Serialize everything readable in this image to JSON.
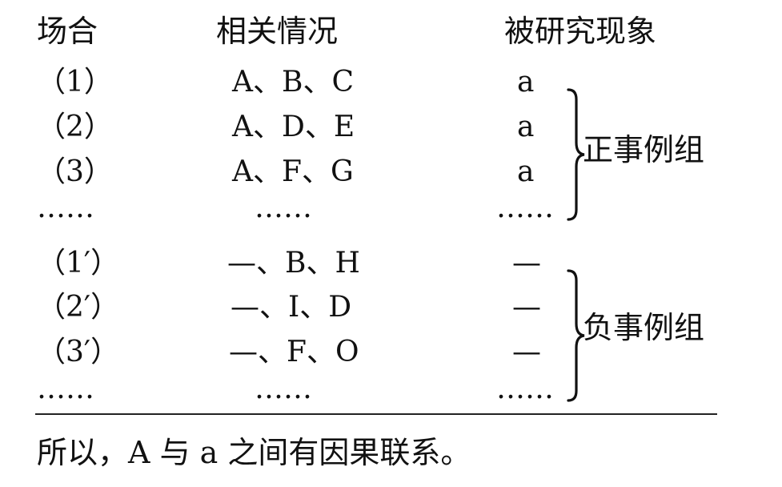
{
  "headers": {
    "occasion": "场合",
    "conditions": "相关情况",
    "phenomenon": "被研究现象"
  },
  "positive_rows": [
    {
      "occasion": "（1）",
      "conditions": "A、B、C",
      "phenomenon": "a"
    },
    {
      "occasion": "（2）",
      "conditions": "A、D、E",
      "phenomenon": "a"
    },
    {
      "occasion": "（3）",
      "conditions": "A、F、G",
      "phenomenon": "a"
    },
    {
      "occasion": "……",
      "conditions": "……",
      "phenomenon": "……"
    }
  ],
  "negative_rows": [
    {
      "occasion": "（1′）",
      "conditions": "—、B、H",
      "phenomenon": "—"
    },
    {
      "occasion": "（2′）",
      "conditions": "—、I、D",
      "phenomenon": "—"
    },
    {
      "occasion": "（3′）",
      "conditions": "—、F、O",
      "phenomenon": "—"
    },
    {
      "occasion": "……",
      "conditions": "……",
      "phenomenon": "……"
    }
  ],
  "groups": {
    "positive_label": "正事例组",
    "negative_label": "负事例组"
  },
  "conclusion": "所以，A 与 a 之间有因果联系。"
}
